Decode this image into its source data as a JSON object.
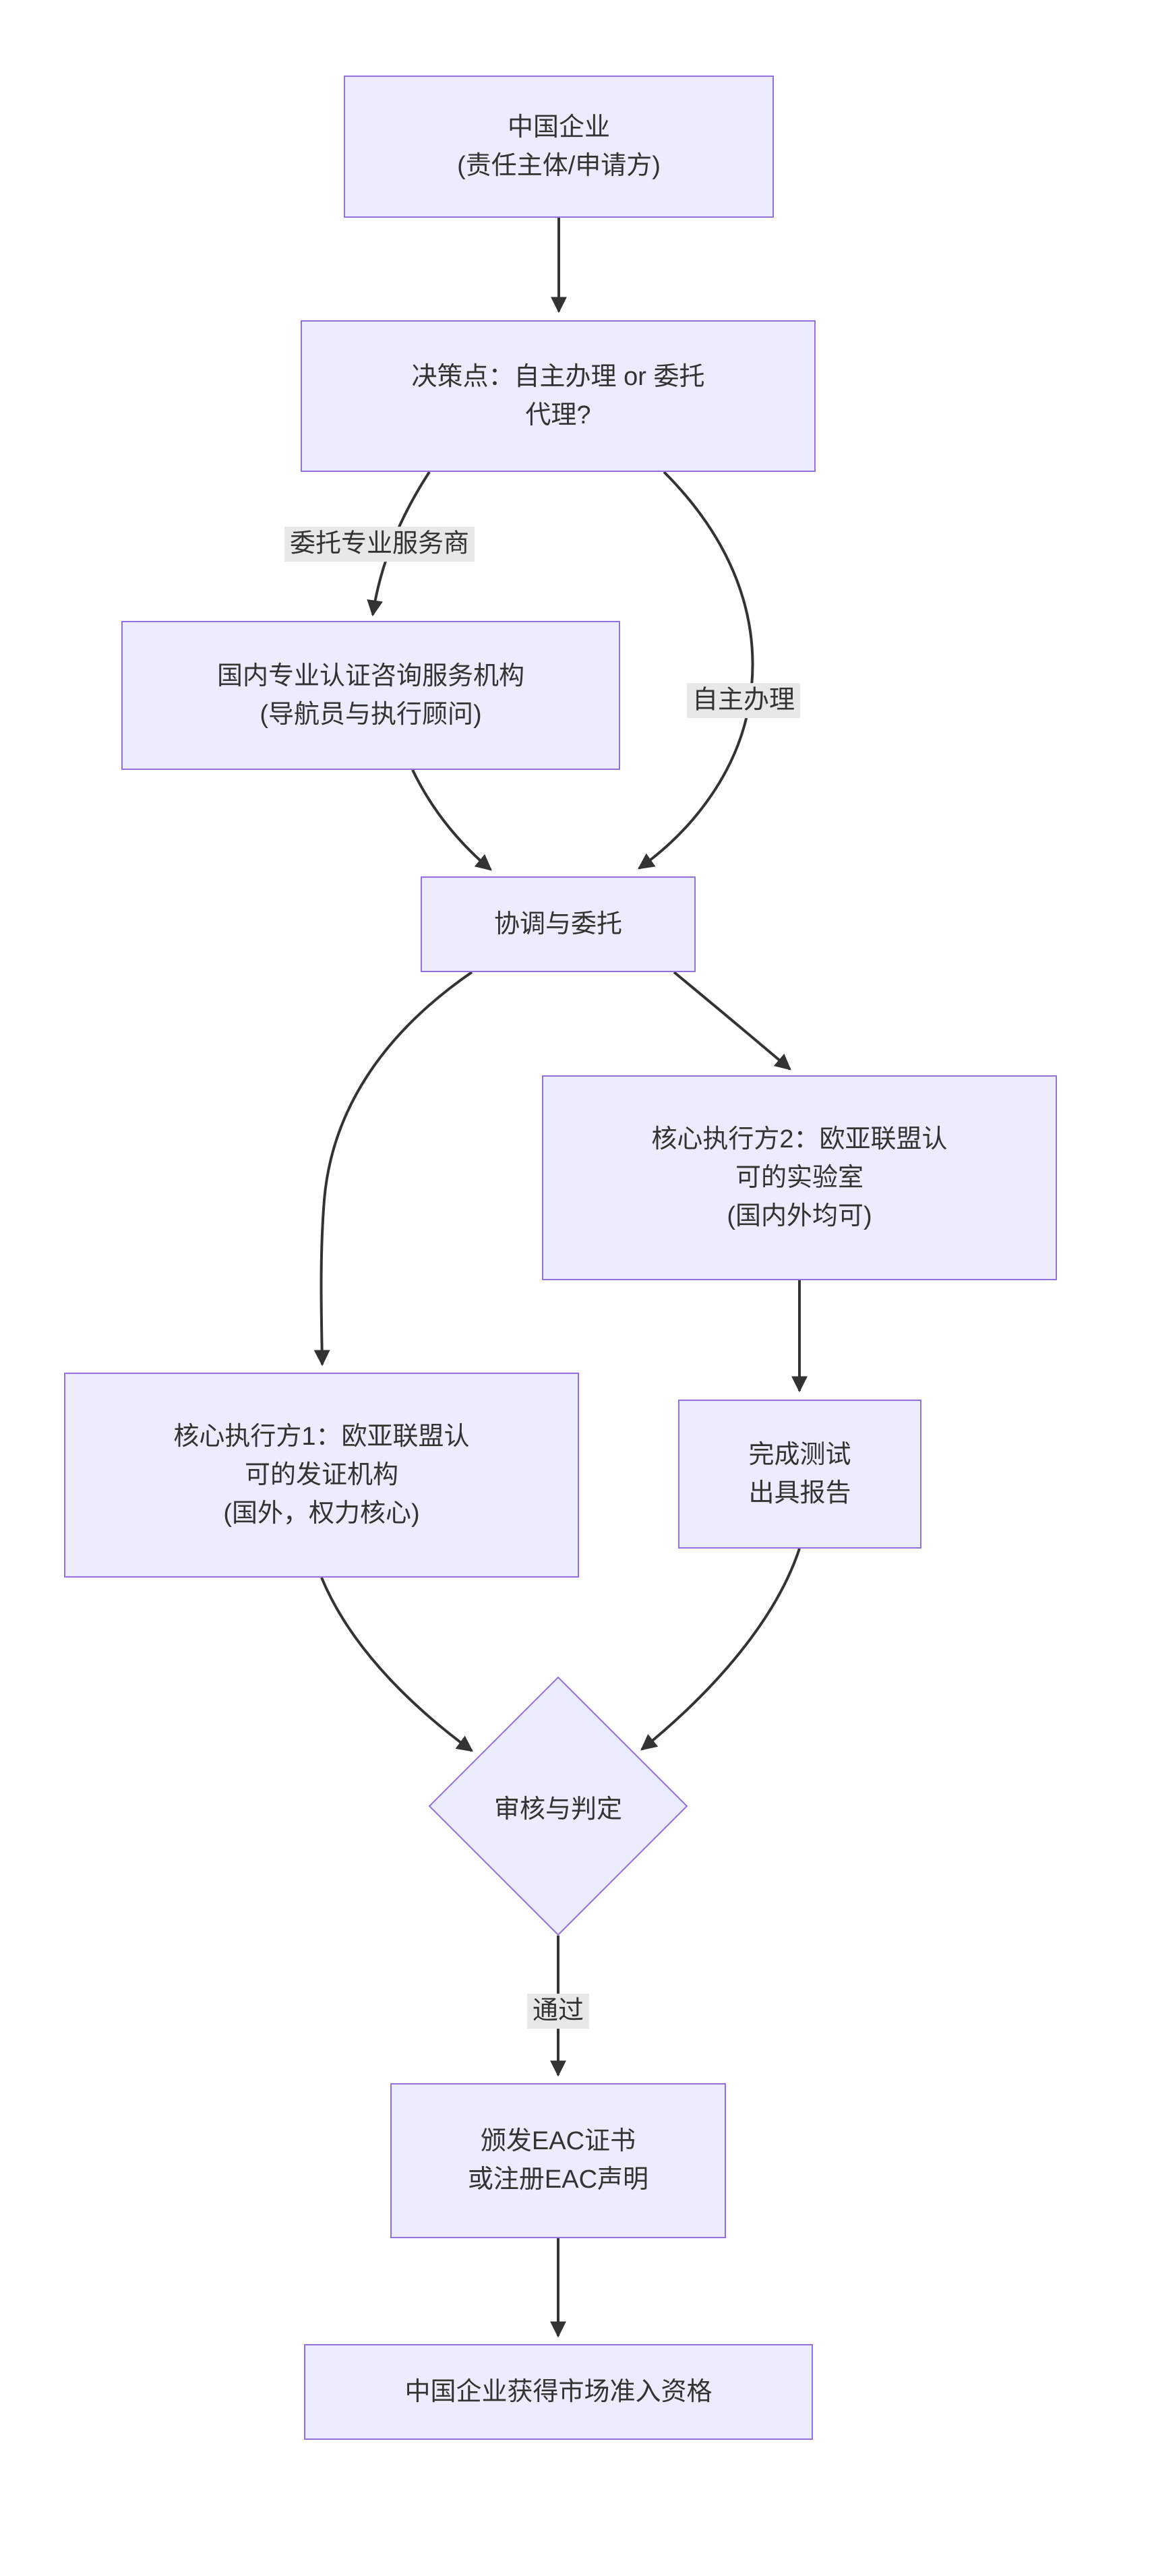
{
  "diagram": {
    "nodes": [
      {
        "id": "china-enterprise",
        "lines": [
          "中国企业",
          "(责任主体/申请方)"
        ]
      },
      {
        "id": "decision-point",
        "lines": [
          "决策点：自主办理 or 委托",
          "代理?"
        ]
      },
      {
        "id": "consultant",
        "lines": [
          "国内专业认证咨询服务机构",
          "(导航员与执行顾问)"
        ]
      },
      {
        "id": "coordinate",
        "lines": [
          "协调与委托"
        ]
      },
      {
        "id": "lab",
        "lines": [
          "核心执行方2：欧亚联盟认",
          "可的实验室",
          "(国内外均可)"
        ]
      },
      {
        "id": "cert-body",
        "lines": [
          "核心执行方1：欧亚联盟认",
          "可的发证机构",
          "(国外，权力核心)"
        ]
      },
      {
        "id": "test-report",
        "lines": [
          "完成测试",
          "出具报告"
        ]
      },
      {
        "id": "review-decision",
        "lines": [
          "审核与判定"
        ]
      },
      {
        "id": "issue-cert",
        "lines": [
          "颁发EAC证书",
          "或注册EAC声明"
        ]
      },
      {
        "id": "market-access",
        "lines": [
          "中国企业获得市场准入资格"
        ]
      }
    ],
    "edge_labels": [
      {
        "id": "delegate",
        "text": "委托专业服务商"
      },
      {
        "id": "self-handle",
        "text": "自主办理"
      },
      {
        "id": "pass",
        "text": "通过"
      }
    ],
    "colors": {
      "node_fill": "#ECECFF",
      "node_border": "#9370DB",
      "text": "#333333",
      "edge": "#333333",
      "edge_label_bg": "#e8e8e8",
      "background": "#ffffff"
    }
  }
}
